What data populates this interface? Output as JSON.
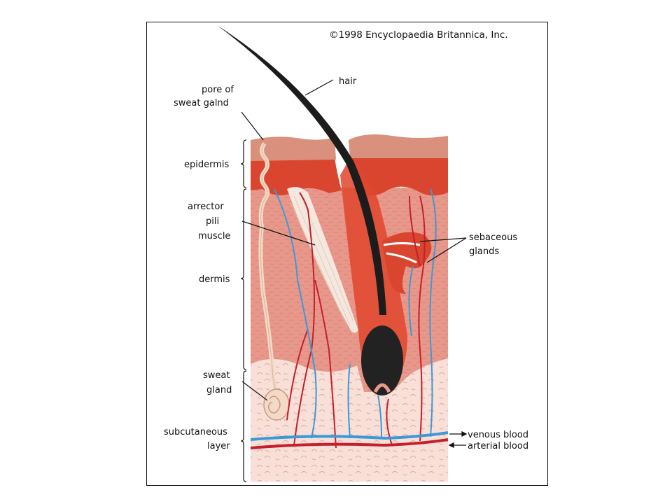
{
  "copyright": "©1998 Encyclopaedia Britannica, Inc.",
  "labels": {
    "hair": "hair",
    "pore_line1": "pore of",
    "pore_line2": "sweat galnd",
    "epidermis": "epidermis",
    "arrector_line1": "arrector",
    "arrector_line2": "pili",
    "arrector_line3": "muscle",
    "dermis": "dermis",
    "sebaceous_line1": "sebaceous",
    "sebaceous_line2": "glands",
    "sweat_gland_line1": "sweat",
    "sweat_gland_line2": "gland",
    "subcutaneous_line1": "subcutaneous",
    "subcutaneous_line2": "layer",
    "venous": "venous blood",
    "arterial": "arterial blood"
  },
  "colors": {
    "epidermis_top": "#d9907c",
    "epidermis_base": "#d9452e",
    "dermis": "#e79a8c",
    "subcutaneous": "#f7dcd4",
    "hair": "#1c1c1c",
    "artery": "#c41f2b",
    "vein": "#3a9ad9",
    "sweat_duct": "#f4d9c6"
  }
}
